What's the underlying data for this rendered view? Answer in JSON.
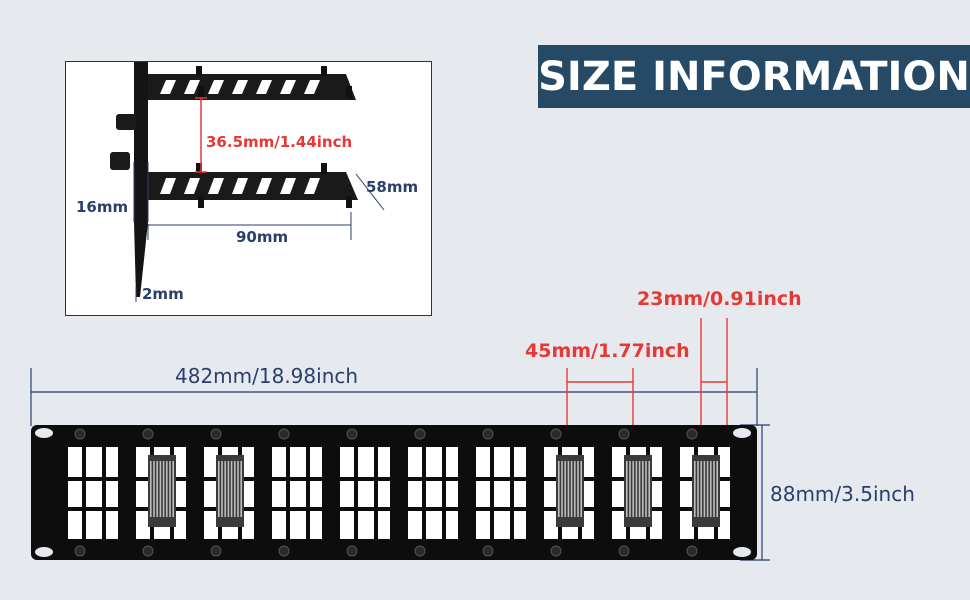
{
  "title": "SIZE INFORMATION",
  "inset": {
    "shelf_gap": "36.5mm/1.44inch",
    "depth": "58mm",
    "flange": "16mm",
    "length": "90mm",
    "thickness": "2mm"
  },
  "panel": {
    "width": "482mm/18.98inch",
    "height": "88mm/3.5inch",
    "slot_pitch": "45mm/1.77inch",
    "slot_width": "23mm/0.91inch",
    "module_count": 10
  },
  "colors": {
    "background": "#e6e9ee",
    "title_bar": "#264a66",
    "dimension_blue": "#2a3f6c",
    "dimension_red": "#e53935",
    "panel": "#0d0d0d"
  }
}
